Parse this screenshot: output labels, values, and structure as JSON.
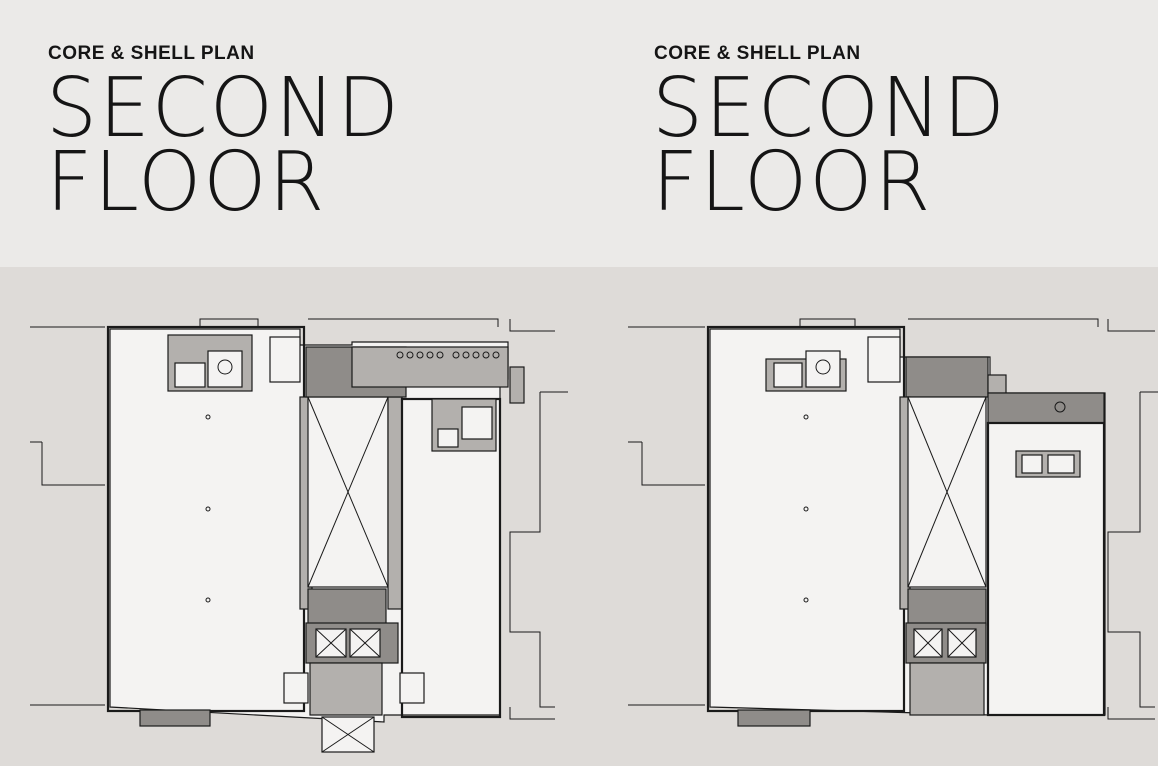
{
  "panels": [
    {
      "eyebrow": "CORE & SHELL PLAN",
      "title_line_1": "SECOND",
      "title_line_2": "FLOOR"
    },
    {
      "eyebrow": "CORE & SHELL PLAN",
      "title_line_1": "SECOND",
      "title_line_2": "FLOOR"
    }
  ],
  "colors": {
    "header_background": "#ebeae8",
    "plan_background": "#dedbd8",
    "ink": "#151515",
    "floor": "#f4f3f2",
    "core_fill": "#8f8c89"
  }
}
